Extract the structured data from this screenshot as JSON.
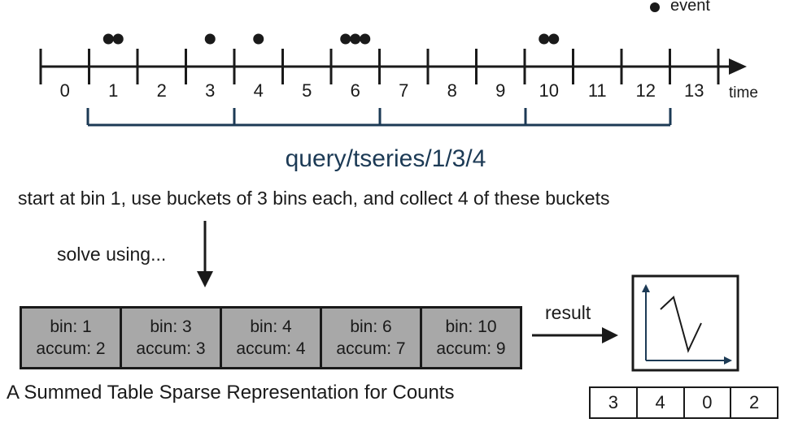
{
  "legend": {
    "label": "event"
  },
  "timeline": {
    "tick_labels": [
      "0",
      "1",
      "2",
      "3",
      "4",
      "5",
      "6",
      "7",
      "8",
      "9",
      "10",
      "11",
      "12",
      "13"
    ],
    "axis_label": "time",
    "event_counts_by_bin": [
      0,
      2,
      0,
      1,
      1,
      0,
      3,
      0,
      0,
      0,
      2,
      0,
      0,
      0
    ]
  },
  "query": {
    "path": "query/tseries/1/3/4",
    "description": "start at bin 1, use buckets of 3 bins each,  and collect 4 of these buckets"
  },
  "solve": {
    "label": "solve using..."
  },
  "summed_table": {
    "cells": [
      {
        "bin": "bin: 1",
        "accum": "accum: 2"
      },
      {
        "bin": "bin: 3",
        "accum": "accum: 3"
      },
      {
        "bin": "bin: 4",
        "accum": "accum: 4"
      },
      {
        "bin": "bin: 6",
        "accum": "accum: 7"
      },
      {
        "bin": "bin: 10",
        "accum": "accum: 9"
      }
    ],
    "caption": "A Summed Table Sparse Representation for Counts"
  },
  "result": {
    "label": "result",
    "values": [
      "3",
      "4",
      "0",
      "2"
    ]
  },
  "colors": {
    "bracket": "#1c3a55",
    "table_fill": "#a8a8a8",
    "ink": "#1a1a1a"
  }
}
